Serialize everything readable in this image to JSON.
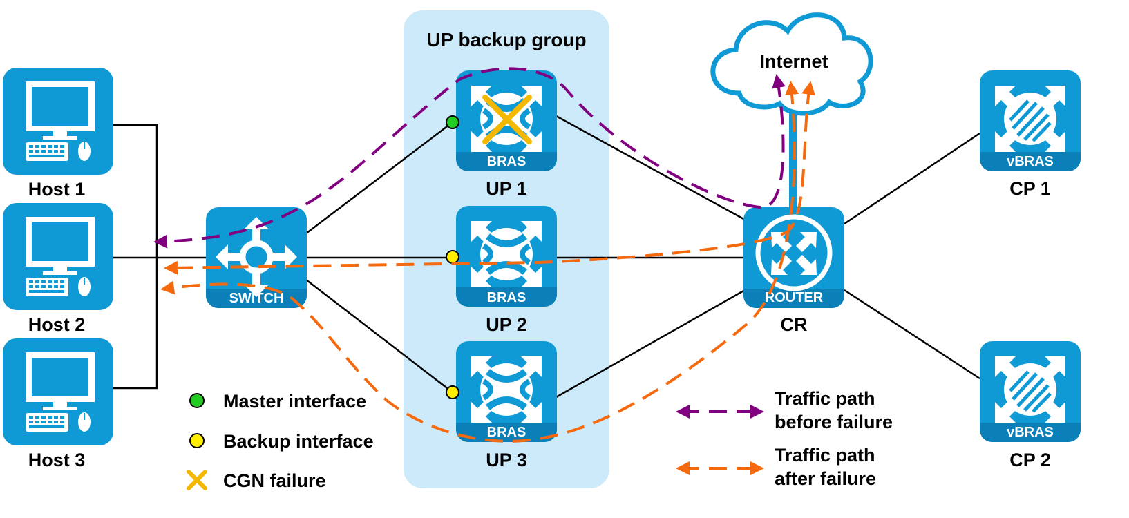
{
  "colors": {
    "device": "#0f9ad6",
    "device_band": "#0a7fb8",
    "group_bg": "#cdeafa",
    "before_path": "#800080",
    "after_path": "#f56a0f",
    "master_dot": "#22cc22",
    "backup_dot": "#ffee00",
    "failure_mark": "#f5b800"
  },
  "group": {
    "title": "UP backup group"
  },
  "hosts": [
    {
      "label": "Host 1"
    },
    {
      "label": "Host 2"
    },
    {
      "label": "Host 3"
    }
  ],
  "switch": {
    "device_text": "SWITCH"
  },
  "ups": [
    {
      "label": "UP 1",
      "device_text": "BRAS",
      "interface": "master",
      "cgn_failed": true
    },
    {
      "label": "UP 2",
      "device_text": "BRAS",
      "interface": "backup",
      "cgn_failed": false
    },
    {
      "label": "UP 3",
      "device_text": "BRAS",
      "interface": "backup",
      "cgn_failed": false
    }
  ],
  "router": {
    "label": "CR",
    "device_text": "ROUTER"
  },
  "cloud": {
    "label": "Internet"
  },
  "cps": [
    {
      "label": "CP 1",
      "device_text": "vBRAS"
    },
    {
      "label": "CP 2",
      "device_text": "vBRAS"
    }
  ],
  "legend_left": {
    "master": "Master interface",
    "backup": "Backup interface",
    "failure": "CGN failure"
  },
  "legend_right": {
    "before_line1": "Traffic path",
    "before_line2": "before failure",
    "after_line1": "Traffic path",
    "after_line2": "after failure"
  }
}
